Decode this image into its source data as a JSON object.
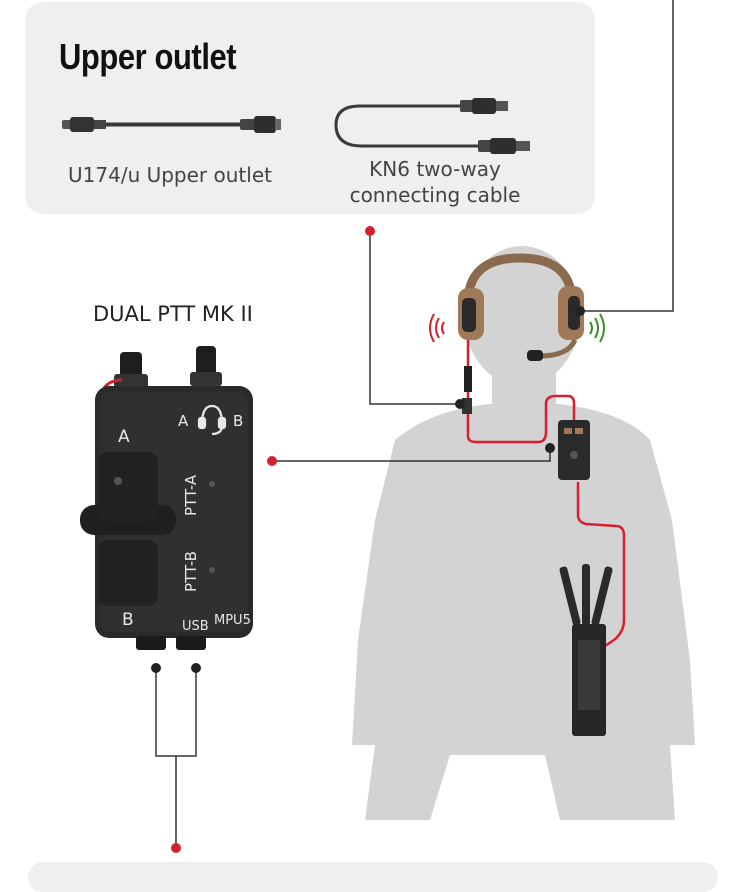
{
  "panel": {
    "title": "Upper outlet",
    "items": [
      {
        "label": "U174/u Upper outlet"
      },
      {
        "label_line1": "KN6 two-way",
        "label_line2": "connecting cable"
      }
    ]
  },
  "device": {
    "name": "DUAL PTT MK II",
    "labels": {
      "a_top": "A",
      "a_side": "A",
      "b_side": "B",
      "ptt_a": "PTT-A",
      "ptt_b": "PTT-B",
      "b_bottom": "B",
      "usb": "USB",
      "mpu5": "MPU5"
    }
  },
  "colors": {
    "accent": "#d6202f",
    "silhouette": "#d3d3d3",
    "panel": "#efefef",
    "device": "#2a2a2a",
    "headset": "#a07a58"
  },
  "icons": [
    "headphones-icon",
    "sound-waves-left-icon",
    "sound-waves-right-icon"
  ]
}
